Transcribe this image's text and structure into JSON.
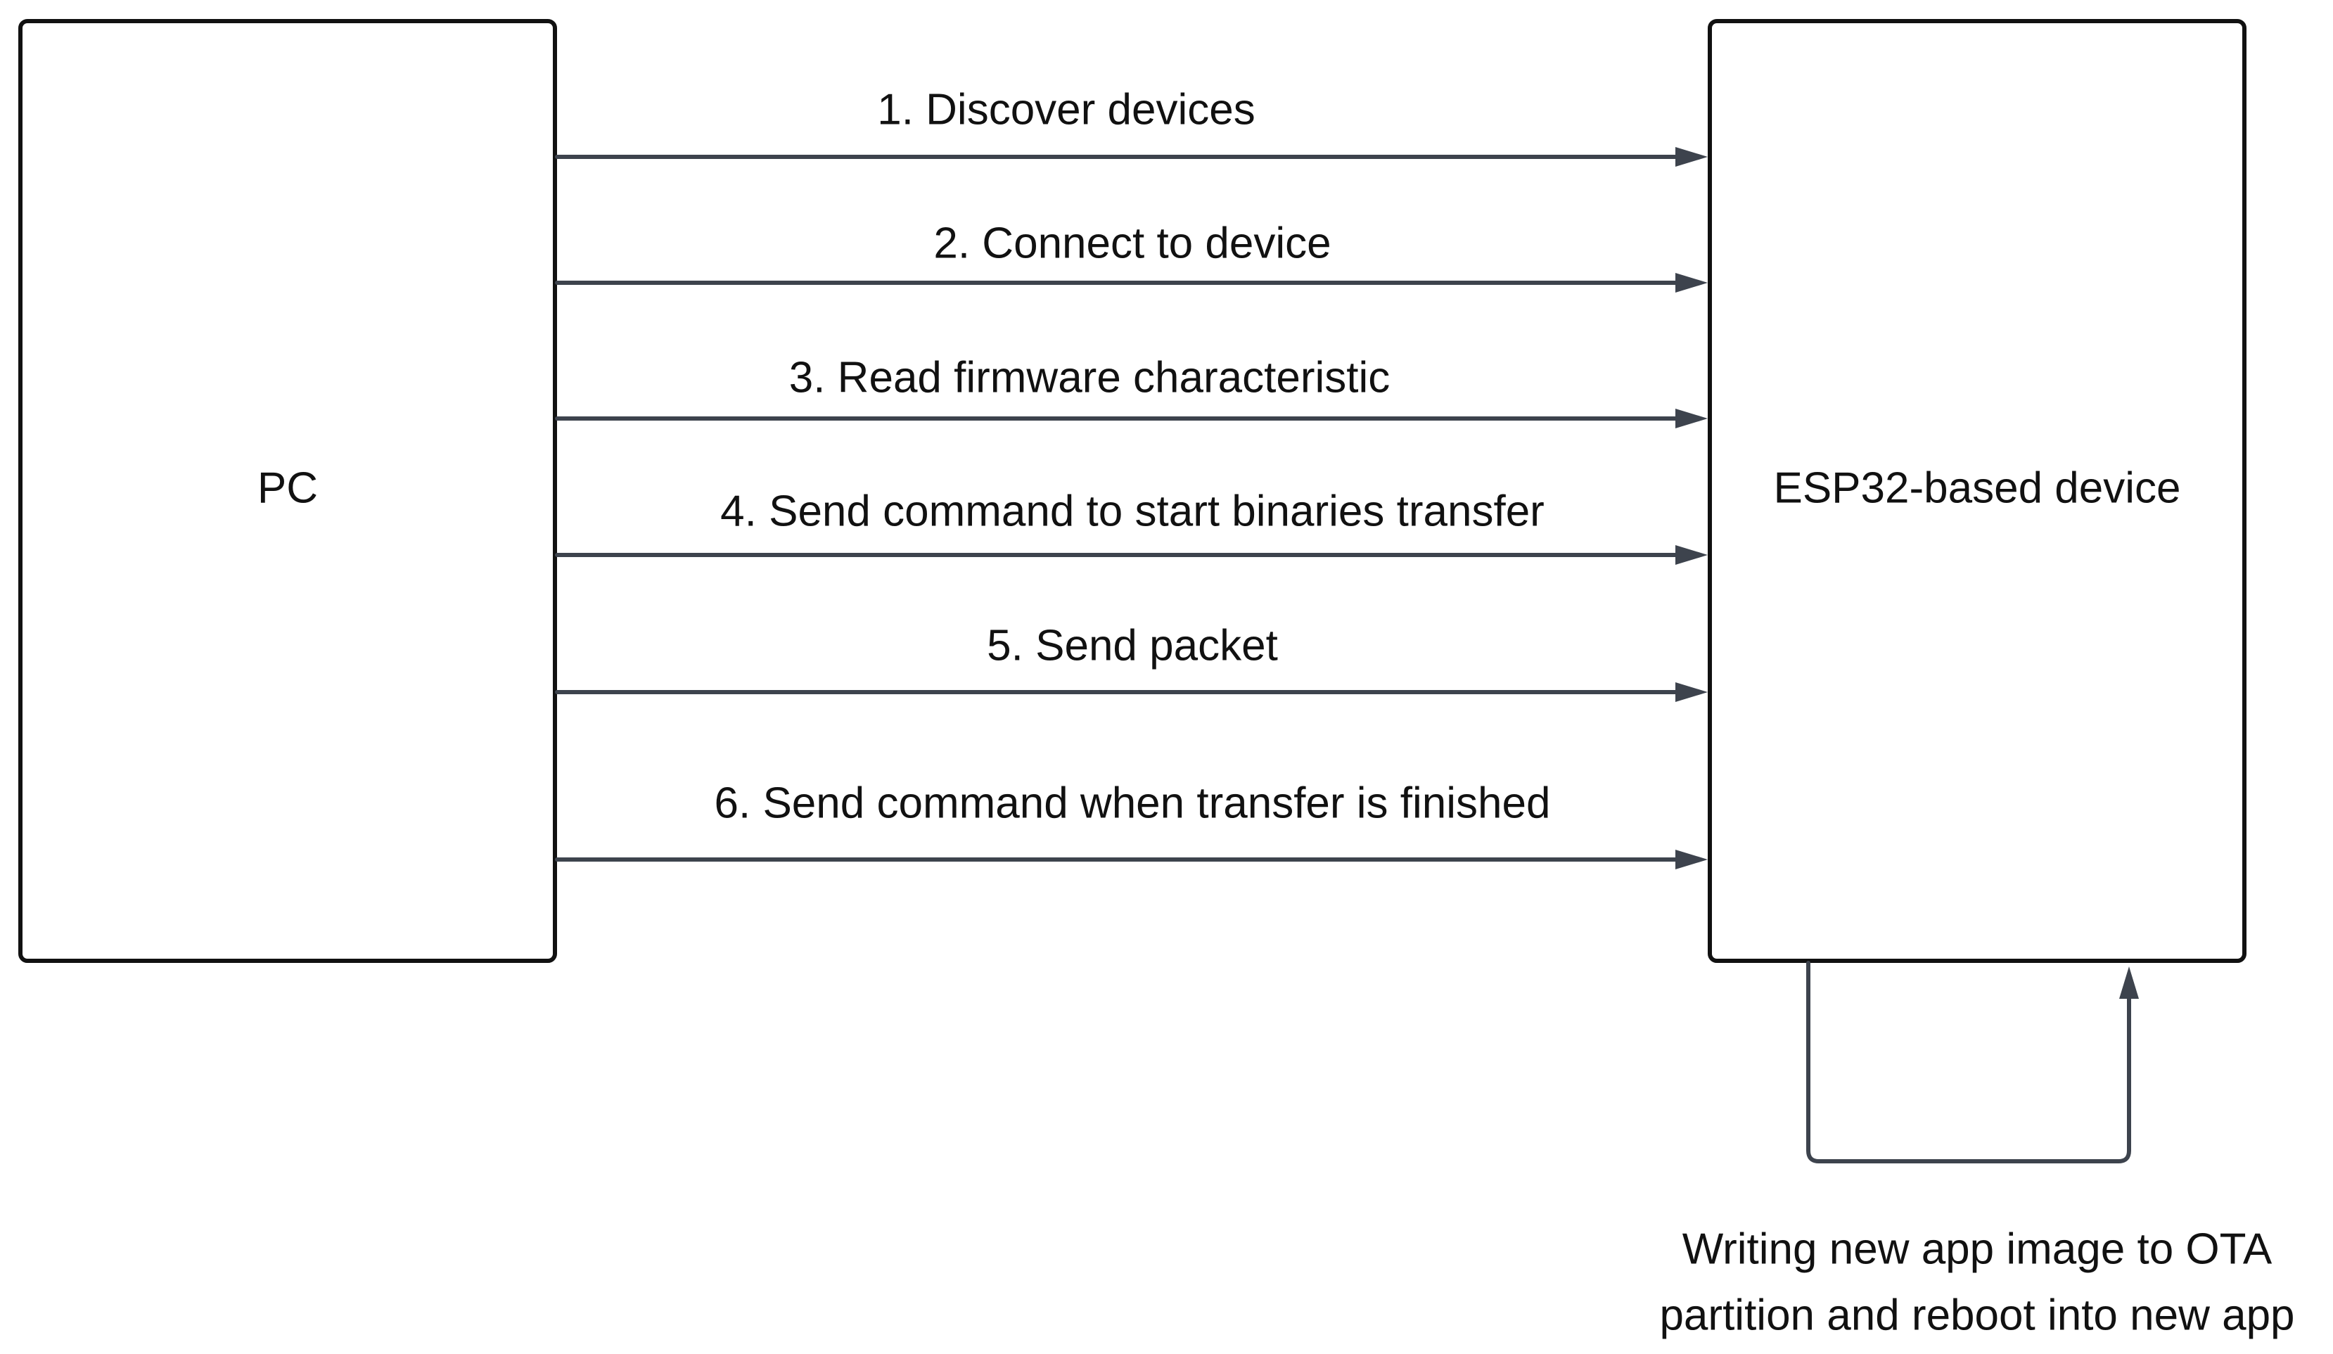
{
  "nodes": {
    "pc": {
      "label": "PC"
    },
    "device": {
      "label": "ESP32-based device"
    }
  },
  "edges": [
    {
      "label": "1. Discover devices"
    },
    {
      "label": "2. Connect to device"
    },
    {
      "label": "3. Read firmware characteristic"
    },
    {
      "label": "4. Send command to start binaries transfer"
    },
    {
      "label": "5. Send packet"
    },
    {
      "label": "6. Send command when transfer is finished"
    }
  ],
  "self_loop": {
    "label_line_1": "Writing new app image to OTA",
    "label_line_2": "partition and reboot into new app"
  },
  "colors": {
    "box_stroke": "#111111",
    "arrow": "#3d434d",
    "text": "#111111",
    "background": "#ffffff"
  }
}
